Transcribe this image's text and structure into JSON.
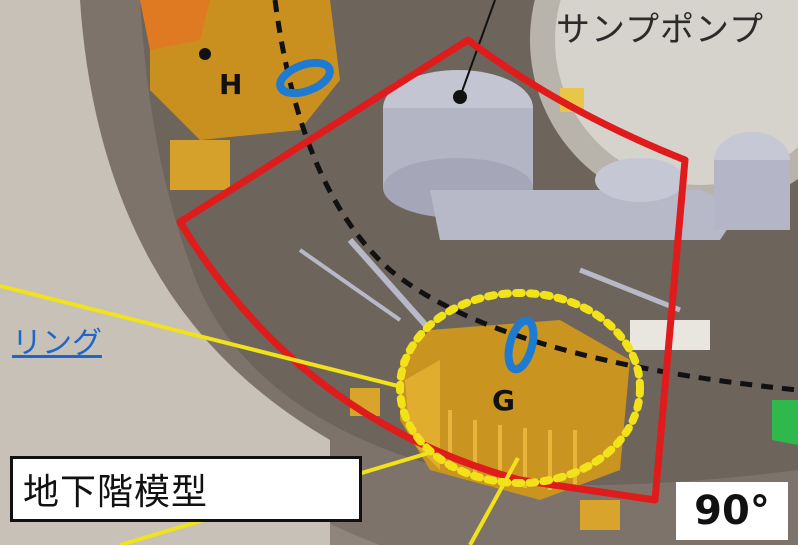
{
  "labels": {
    "pump": "サンプポンプ",
    "ring": "リング",
    "model": "地下階模型",
    "angle": "90°",
    "marker_h": "H",
    "marker_g": "G"
  },
  "colors": {
    "highlight_outline": "#e01b1b",
    "focus_circle": "#f2e21a",
    "pointer_lines": "#f2e21a",
    "valve_marker": "#1f7bd1",
    "ring_text": "#1e66c8"
  },
  "icons": [
    "valve-marker-h",
    "valve-marker-g",
    "sump-pump"
  ]
}
